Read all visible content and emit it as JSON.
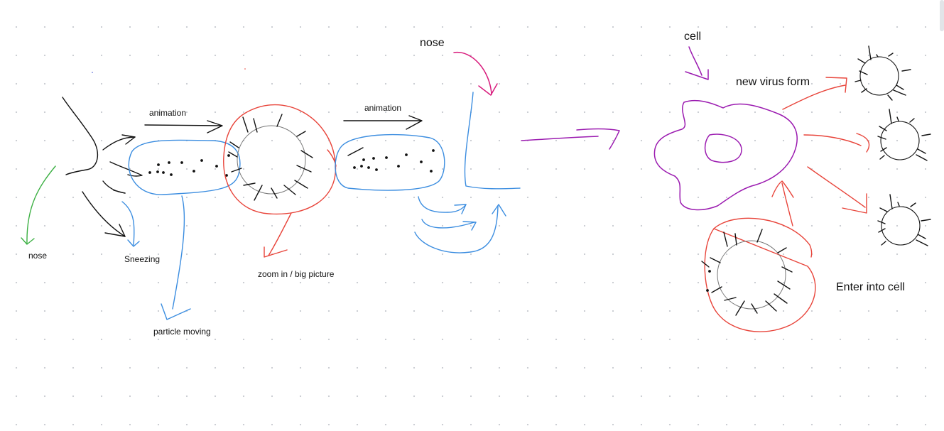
{
  "labels": {
    "nose_left": "nose",
    "sneezing": "Sneezing",
    "animation_1": "animation",
    "animation_2": "animation",
    "zoom_in": "zoom in / big picture",
    "particle_moving": "particle moving",
    "nose_top": "nose",
    "cell": "cell",
    "new_virus_form": "new virus form",
    "enter_into_cell": "Enter into cell"
  },
  "colors": {
    "black": "#111111",
    "green": "#3cb043",
    "blue": "#3b8de0",
    "red": "#e8443a",
    "magenta": "#d81b7c",
    "purple": "#9b1bb0",
    "grey": "#777777"
  }
}
